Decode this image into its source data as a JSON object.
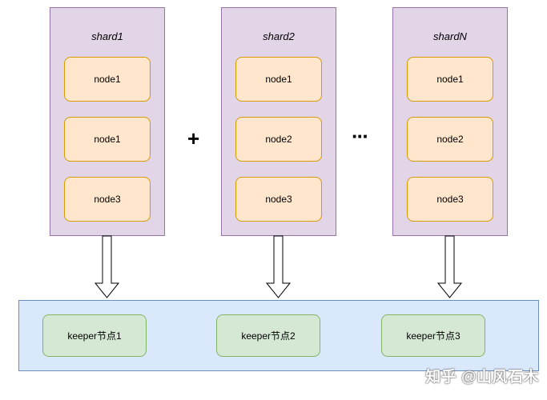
{
  "shards": [
    {
      "title": "shard1",
      "nodes": [
        "node1",
        "node1",
        "node3"
      ]
    },
    {
      "title": "shard2",
      "nodes": [
        "node1",
        "node2",
        "node3"
      ]
    },
    {
      "title": "shardN",
      "nodes": [
        "node1",
        "node2",
        "node3"
      ]
    }
  ],
  "separators": {
    "plus": "+",
    "ellipsis": "···"
  },
  "keepers": [
    "keeper节点1",
    "keeper节点2",
    "keeper节点3"
  ],
  "watermark": "知乎 @山风石木",
  "colors": {
    "shard_fill": "#e1d5e7",
    "shard_border": "#9673a6",
    "node_fill": "#ffe6cc",
    "node_border": "#d79b00",
    "keeper_band_fill": "#dae8fc",
    "keeper_band_border": "#6c8ebf",
    "keeper_fill": "#d5e8d4",
    "keeper_border": "#82b366"
  }
}
